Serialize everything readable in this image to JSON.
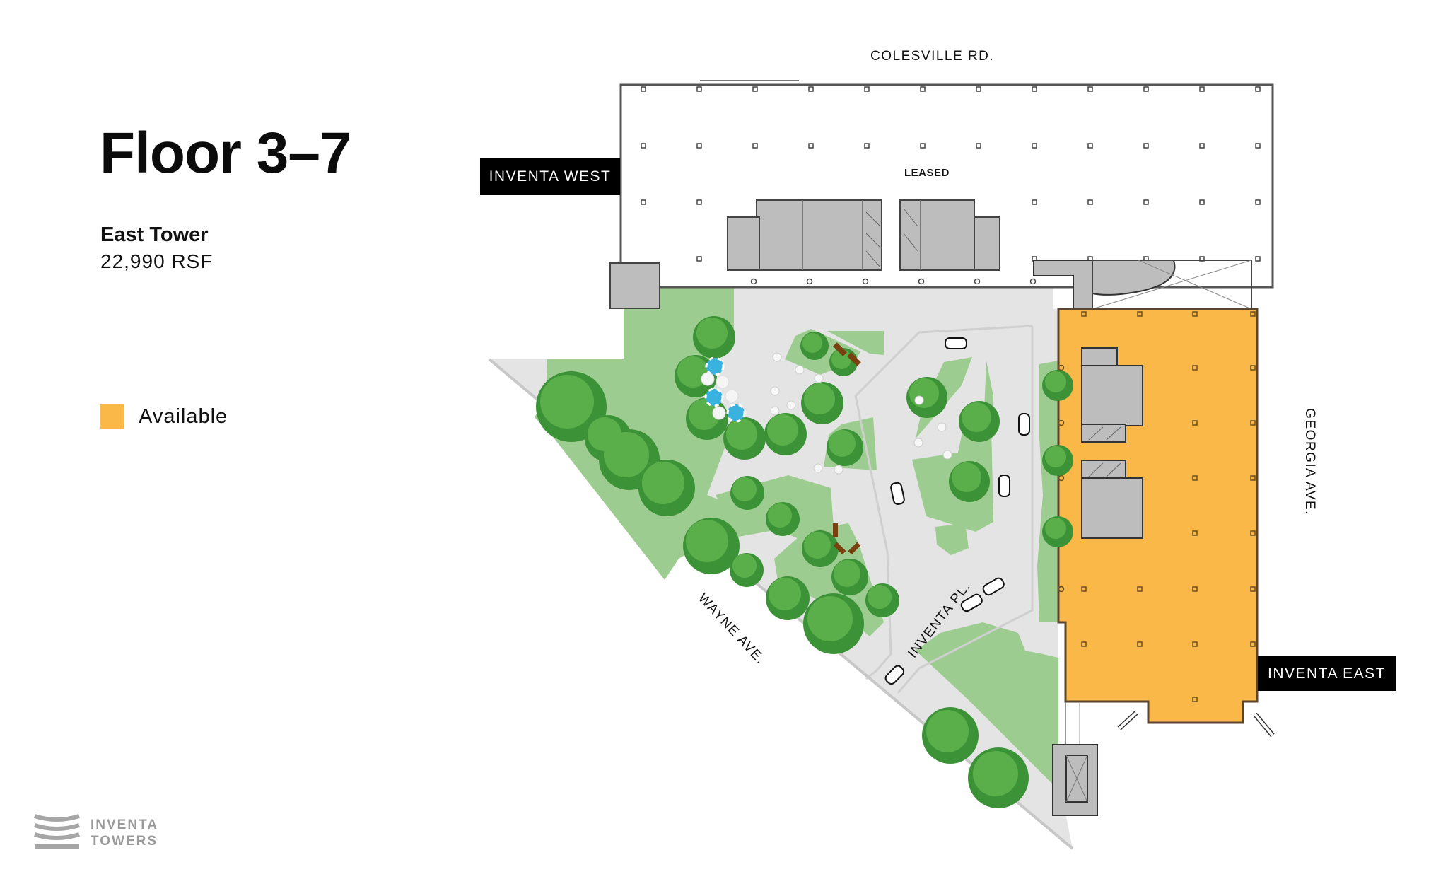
{
  "header": {
    "title": "Floor 3–7",
    "building": "East Tower",
    "area": "22,990 RSF"
  },
  "legend": {
    "items": [
      {
        "label": "Available",
        "color": "#F9B847"
      }
    ]
  },
  "buildings": {
    "west": {
      "tag": "INVENTA WEST",
      "status": "LEASED"
    },
    "east": {
      "tag": "INVENTA EAST",
      "status": "Available"
    }
  },
  "roads": {
    "north": "COLESVILLE RD.",
    "east": "GEORGIA AVE.",
    "southwest": "WAYNE AVE.",
    "internal": "INVENTA PL."
  },
  "logo": {
    "line1": "INVENTA",
    "line2": "TOWERS"
  },
  "colors": {
    "available": "#F9B847",
    "pavement": "#E4E4E4",
    "lawn": "#9DCC90",
    "tree_dark": "#3C9236",
    "tree_light": "#5BAF4B",
    "core": "#BDBDBD",
    "umbrella": "#3AB2E0",
    "label_bg": "#000000"
  }
}
